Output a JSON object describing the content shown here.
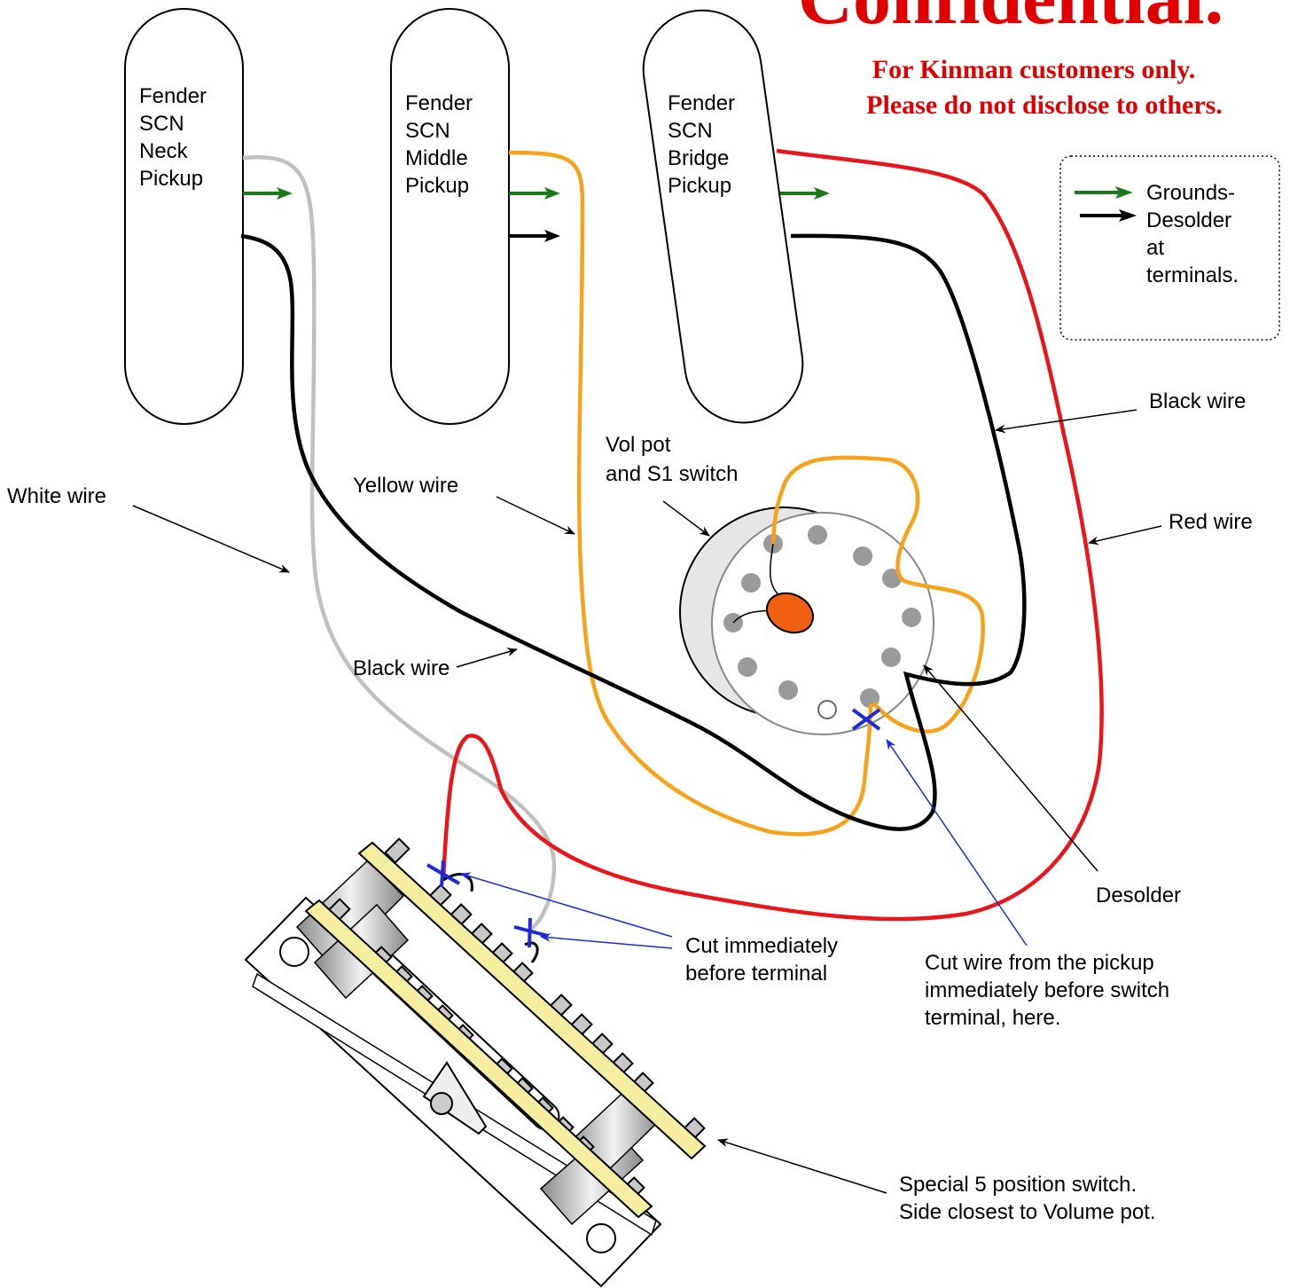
{
  "header": {
    "confidential": "Confidential.",
    "line1": "For Kinman customers only.",
    "line2": "Please do not disclose to others."
  },
  "pickups": [
    {
      "lines": [
        "Fender",
        "SCN",
        "Neck",
        "Pickup"
      ]
    },
    {
      "lines": [
        "Fender",
        "SCN",
        "Middle",
        "Pickup"
      ]
    },
    {
      "lines": [
        "Fender",
        "SCN",
        "Bridge",
        "Pickup"
      ]
    }
  ],
  "legend": {
    "lines": [
      "Grounds-",
      "Desolder",
      "at",
      "terminals."
    ]
  },
  "labels": {
    "white_wire": "White wire",
    "yellow_wire": "Yellow wire",
    "black_wire_left": "Black wire",
    "black_wire_right": "Black wire",
    "red_wire": "Red wire",
    "vol_pot": [
      "Vol pot",
      "and S1 switch"
    ],
    "desolder": "Desolder",
    "cut_terminal": [
      "Cut immediately",
      "before terminal"
    ],
    "cut_pickup": [
      "Cut wire from the pickup",
      "immediately before switch",
      "terminal, here."
    ],
    "special_switch": [
      "Special 5 position switch.",
      "Side closest to Volume pot."
    ]
  },
  "colors": {
    "ground_arrow": "#1a7a1a",
    "white_wire": "#c0c0c0",
    "yellow_wire": "#f7a21b",
    "red_wire": "#e8161b",
    "black_wire": "#000000",
    "cut_mark": "#1f2ad8",
    "cap": "#f06010",
    "switch_bar": "#f3eea0",
    "confidential_text": "#e00000"
  }
}
